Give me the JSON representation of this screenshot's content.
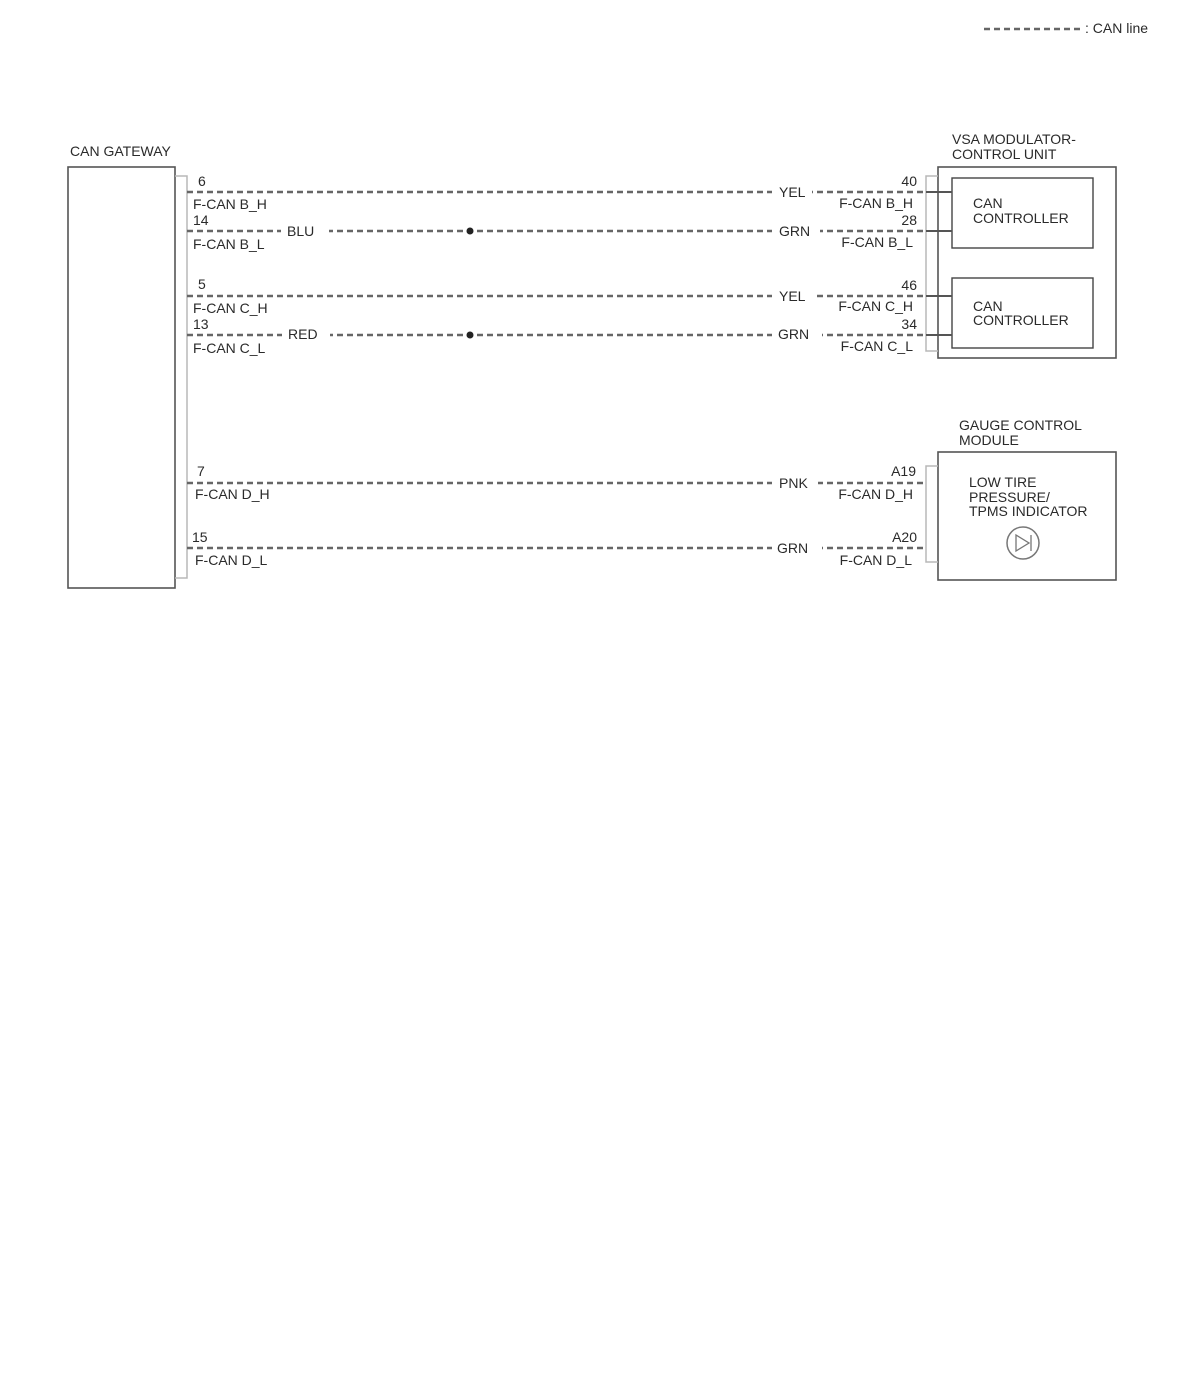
{
  "legend": {
    "label": ": CAN line"
  },
  "gateway": {
    "title": "CAN GATEWAY"
  },
  "vsa": {
    "title_line1": "VSA MODULATOR-",
    "title_line2": "CONTROL UNIT",
    "controller1": {
      "line1": "CAN",
      "line2": "CONTROLLER"
    },
    "controller2": {
      "line1": "CAN",
      "line2": "CONTROLLER"
    }
  },
  "gauge": {
    "title_line1": "GAUGE CONTROL",
    "title_line2": "MODULE",
    "indicator": {
      "line1": "LOW TIRE",
      "line2": "PRESSURE/",
      "line3": "TPMS INDICATOR",
      "icon": "indicator-lamp-icon"
    }
  },
  "wires": [
    {
      "id": "b-h",
      "left_pin": "6",
      "left_signal": "F-CAN B_H",
      "left_color": "",
      "right_color": "YEL",
      "right_pin": "40",
      "right_signal": "F-CAN B_H",
      "splice": false
    },
    {
      "id": "b-l",
      "left_pin": "14",
      "left_signal": "F-CAN B_L",
      "left_color": "BLU",
      "right_color": "GRN",
      "right_pin": "28",
      "right_signal": "F-CAN B_L",
      "splice": true
    },
    {
      "id": "c-h",
      "left_pin": "5",
      "left_signal": "F-CAN C_H",
      "left_color": "",
      "right_color": "YEL",
      "right_pin": "46",
      "right_signal": "F-CAN C_H",
      "splice": false
    },
    {
      "id": "c-l",
      "left_pin": "13",
      "left_signal": "F-CAN C_L",
      "left_color": "RED",
      "right_color": "GRN",
      "right_pin": "34",
      "right_signal": "F-CAN C_L",
      "splice": true
    },
    {
      "id": "d-h",
      "left_pin": "7",
      "left_signal": "F-CAN D_H",
      "left_color": "",
      "right_color": "PNK",
      "right_pin": "A19",
      "right_signal": "F-CAN D_H",
      "splice": false
    },
    {
      "id": "d-l",
      "left_pin": "15",
      "left_signal": "F-CAN D_L",
      "left_color": "",
      "right_color": "GRN",
      "right_pin": "A20",
      "right_signal": "F-CAN D_L",
      "splice": false
    }
  ]
}
